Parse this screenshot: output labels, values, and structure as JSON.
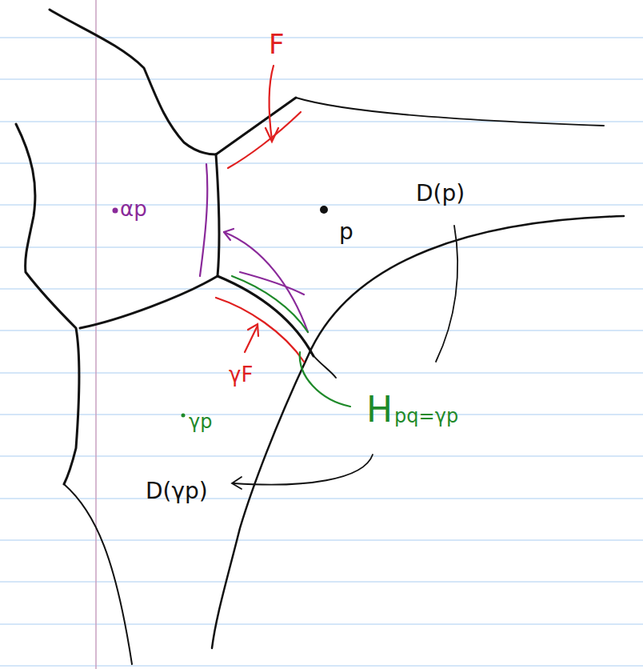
{
  "diagram": {
    "labels": [
      "F",
      "αp",
      "p",
      "D(p)",
      "γF",
      "γp",
      "H",
      "pq=γp",
      "D(γp)"
    ]
  }
}
